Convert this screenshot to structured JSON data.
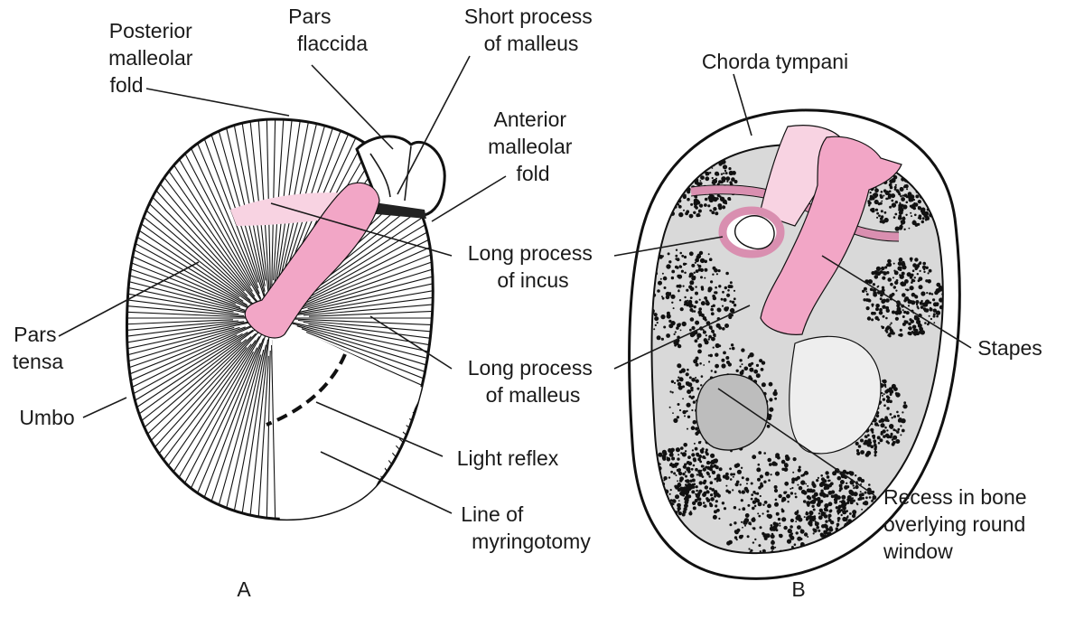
{
  "panel_a": {
    "letter": "A",
    "labels": {
      "posterior_malleolar_fold": [
        "Posterior",
        "malleolar",
        "fold"
      ],
      "pars_flaccida": [
        "Pars",
        "flaccida"
      ],
      "short_process": [
        "Short process",
        "of malleus"
      ],
      "anterior_malleolar_fold": [
        "Anterior",
        "malleolar",
        "fold"
      ],
      "long_process_incus": [
        "Long process",
        "of incus"
      ],
      "pars_tensa": [
        "Pars",
        "tensa"
      ],
      "long_process_malleus": [
        "Long process",
        "of malleus"
      ],
      "umbo": [
        "Umbo"
      ],
      "light_reflex": [
        "Light reflex"
      ],
      "line_myringotomy": [
        "Line of",
        "myringotomy"
      ]
    }
  },
  "panel_b": {
    "letter": "B",
    "labels": {
      "chorda_tympani": [
        "Chorda tympani"
      ],
      "stapes": [
        "Stapes"
      ],
      "recess": [
        "Recess in bone",
        "overlying round",
        "window"
      ]
    }
  },
  "colors": {
    "ossicle_pink": "#f2a6c6",
    "light_pink": "#f8d3e2",
    "chorda_pink": "#d98fb0",
    "ink": "#111111",
    "bone_gray": "#d9d9d9"
  }
}
